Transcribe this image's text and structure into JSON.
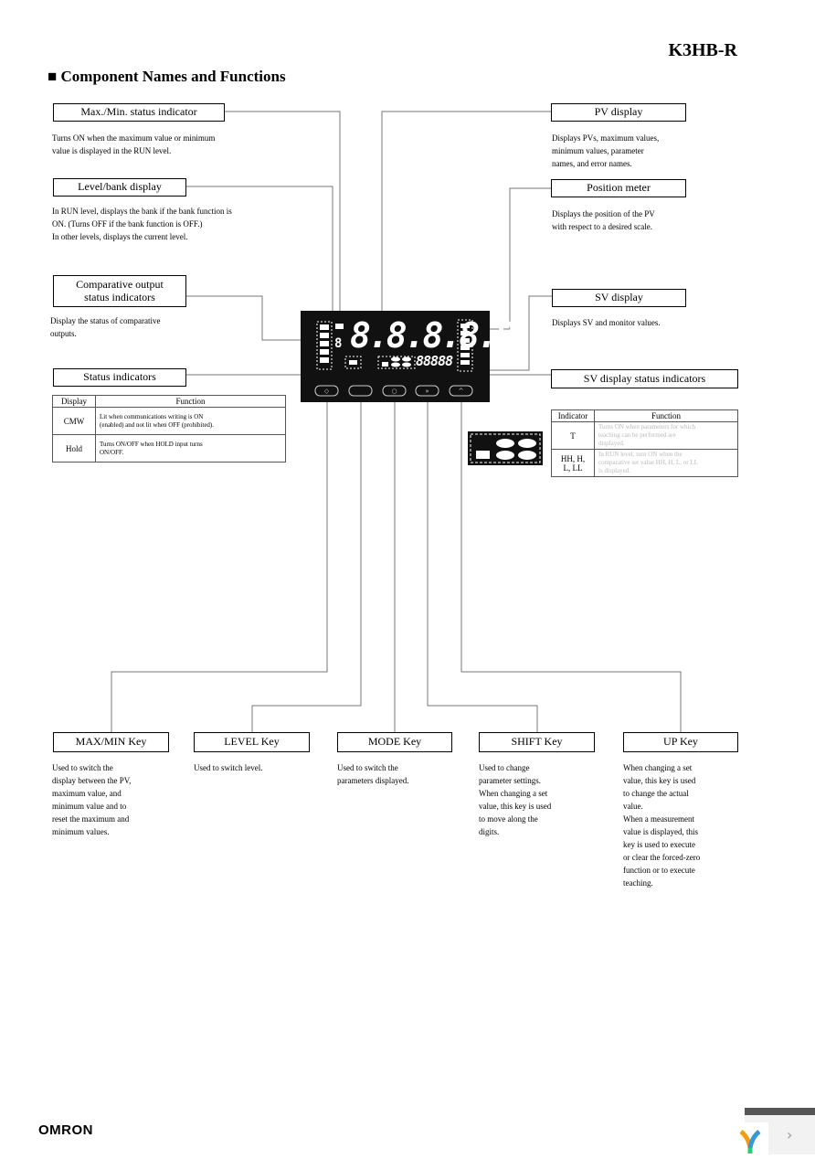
{
  "header": {
    "model": "K3HB-R",
    "section_title": "■ Component Names and Functions"
  },
  "labels": {
    "maxmin_status": "Max./Min. status indicator",
    "maxmin_status_desc": "Turns ON when the maximum value or minimum\nvalue is displayed in the RUN level.",
    "level_bank": "Level/bank display",
    "level_bank_desc": "In RUN level, displays the bank if the bank function is\nON. (Turns OFF if the bank function is OFF.)\nIn other levels, displays the current level.",
    "comparative": "Comparative output\nstatus indicators",
    "comparative_desc": "Display the status of comparative\noutputs.",
    "status_ind": "Status indicators",
    "pv_display": "PV display",
    "pv_desc": "Displays PVs, maximum values,\nminimum values, parameter\nnames, and error names.",
    "position_meter": "Position meter",
    "position_desc": "Displays the position of the PV\nwith respect to a desired scale.",
    "sv_display": "SV display",
    "sv_desc": "Displays SV and monitor values.",
    "sv_status": "SV display status indicators"
  },
  "status_table": {
    "headers": [
      "Display",
      "Function"
    ],
    "rows": [
      [
        "CMW",
        "Lit when communications writing is ON\n(enabled) and not lit when OFF (prohibited)."
      ],
      [
        "Hold",
        "Turns ON/OFF when HOLD input turns\nON/OFF."
      ]
    ]
  },
  "sv_table": {
    "headers": [
      "Indicator",
      "Function"
    ],
    "rows": [
      [
        "T",
        "Turns ON when parameters for which\nteaching can be performed are\ndisplayed."
      ],
      [
        "HH, H,\nL, LL",
        "In RUN level, turn ON when the\ncomparative set value HH, H, L, or LL\nis displayed."
      ]
    ]
  },
  "keys": [
    {
      "name": "MAX/MIN Key",
      "desc": "Used to switch the\ndisplay between the PV,\nmaximum value, and\nminimum value and to\nreset the maximum and\nminimum values."
    },
    {
      "name": "LEVEL Key",
      "desc": "Used to switch level."
    },
    {
      "name": "MODE Key",
      "desc": "Used to switch the\nparameters displayed."
    },
    {
      "name": "SHIFT Key",
      "desc": "Used to change\nparameter settings.\nWhen changing a set\nvalue, this key is used\nto move along the\ndigits."
    },
    {
      "name": "UP Key",
      "desc": "When changing a set\nvalue, this key is used\nto change the actual\nvalue.\nWhen a measurement\nvalue is displayed, this\nkey is used to execute\nor clear the forced-zero\nfunction or to execute\nteaching."
    }
  ],
  "device": {
    "pv_digits": "8.8.8.8.8",
    "sv_digits": "88888",
    "level_digit": "8"
  },
  "footer": {
    "logo": "OMRON"
  }
}
